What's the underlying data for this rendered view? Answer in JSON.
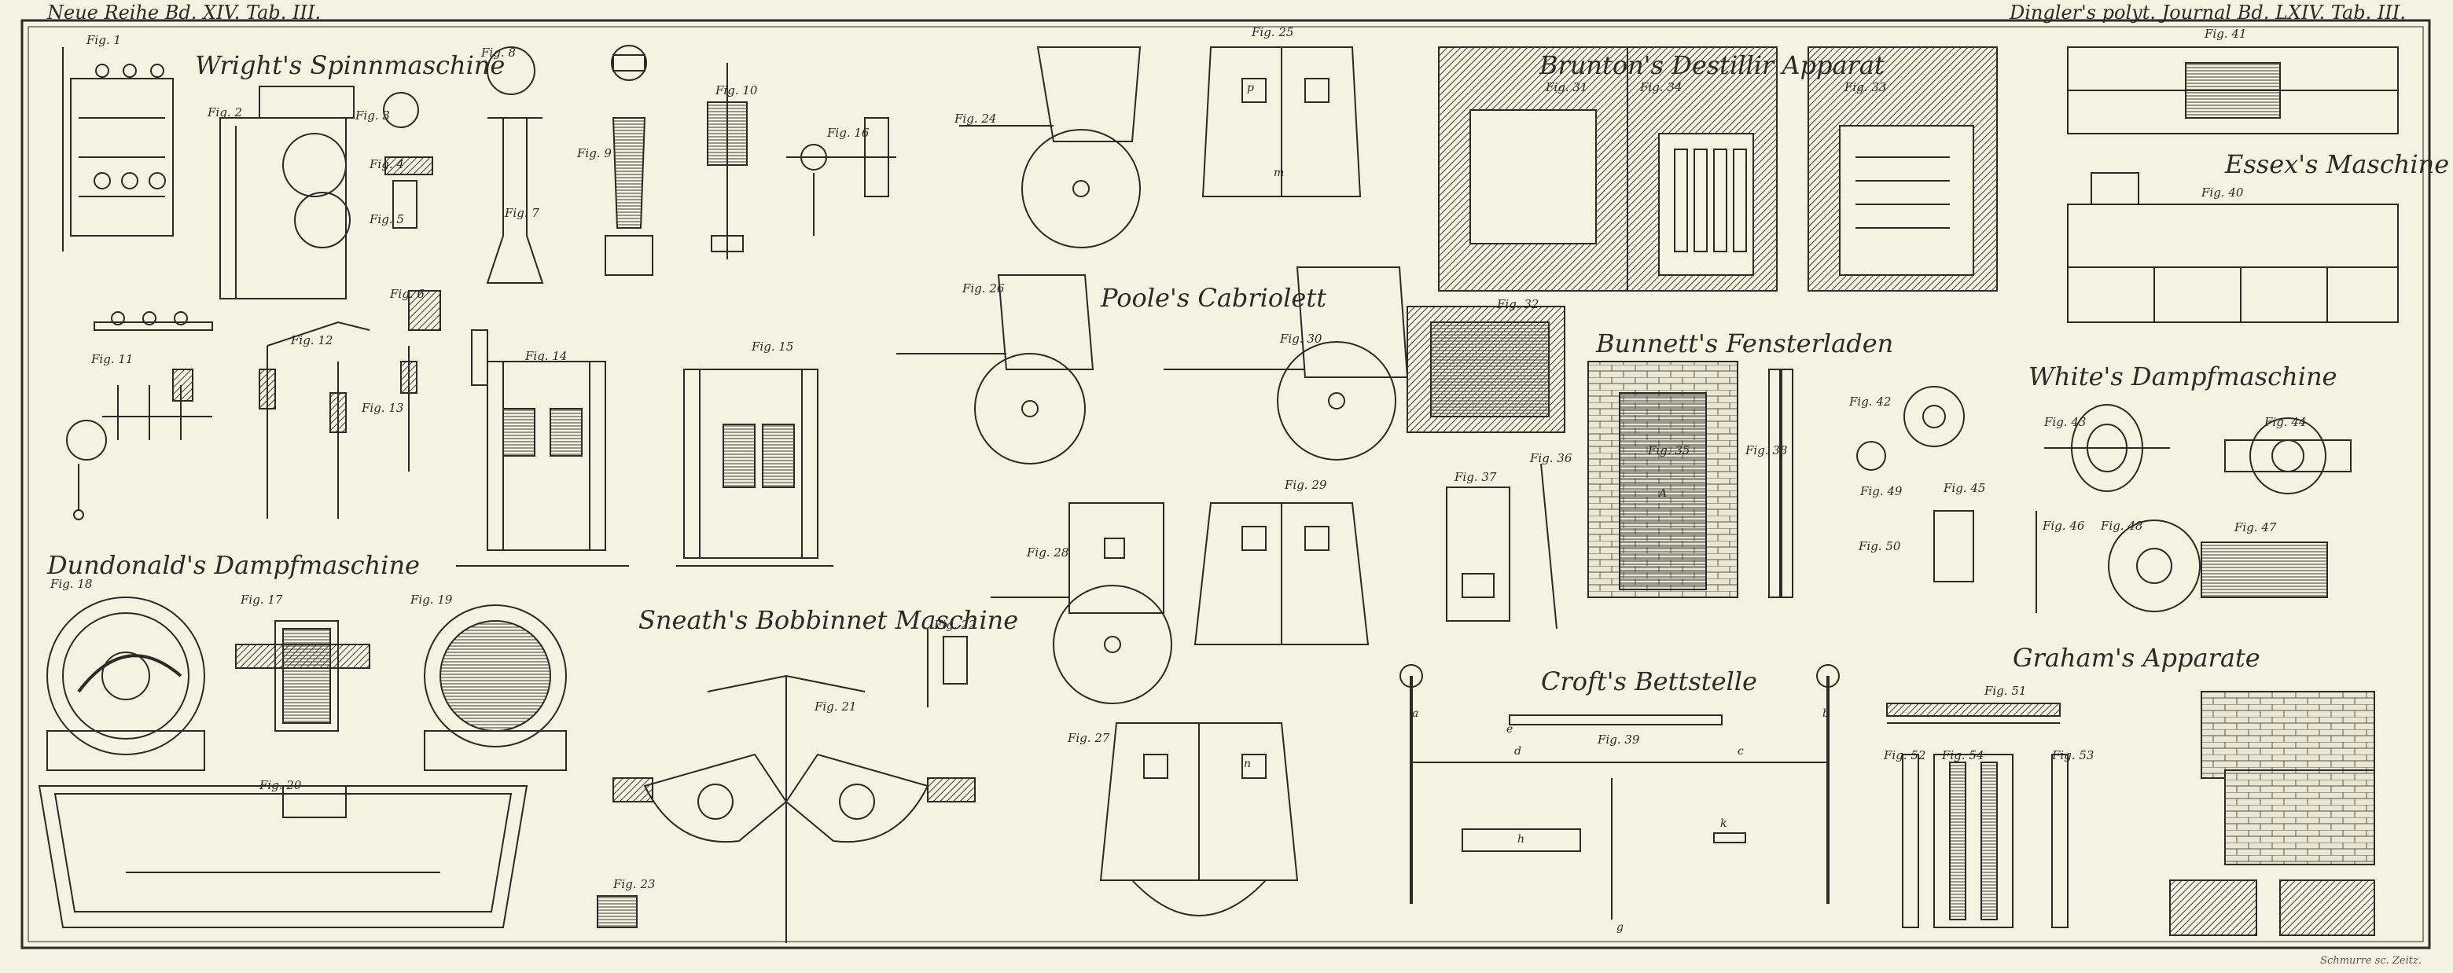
{
  "header": {
    "left": "Neue Reihe Bd. XIV. Tab. III.",
    "right": "Dingler's polyt. Journal Bd. LXIV. Tab. III."
  },
  "captions": {
    "wright": "Wright's Spinnmaschine",
    "dundonald": "Dundonald's Dampfmaschine",
    "sneath": "Sneath's Bobbinnet Maschine",
    "poole": "Poole's Cabriolett",
    "brunton": "Brunton's Destillir Apparat",
    "bunnett": "Bunnett's Fensterladen",
    "croft": "Croft's Bettstelle",
    "essex": "Essex's Maschine",
    "white": "White's Dampfmaschine",
    "graham": "Graham's Apparate"
  },
  "figures": {
    "f1": "Fig. 1",
    "f2": "Fig. 2",
    "f3": "Fig. 3",
    "f4": "Fig. 4",
    "f5": "Fig. 5",
    "f6": "Fig. 6",
    "f7": "Fig. 7",
    "f8": "Fig. 8",
    "f9": "Fig. 9",
    "f10": "Fig. 10",
    "f11": "Fig. 11",
    "f12": "Fig. 12",
    "f13": "Fig. 13",
    "f14": "Fig. 14",
    "f15": "Fig. 15",
    "f16": "Fig. 16",
    "f17": "Fig. 17",
    "f18": "Fig. 18",
    "f19": "Fig. 19",
    "f20": "Fig. 20",
    "f21": "Fig. 21",
    "f22": "Fig. 22",
    "f23": "Fig. 23",
    "f24": "Fig. 24",
    "f25": "Fig. 25",
    "f26": "Fig. 26",
    "f27": "Fig. 27",
    "f28": "Fig. 28",
    "f29": "Fig. 29",
    "f30": "Fig. 30",
    "f31": "Fig. 31",
    "f32": "Fig. 32",
    "f33": "Fig. 33",
    "f34": "Fig. 34",
    "f35": "Fig. 35",
    "f36": "Fig. 36",
    "f37": "Fig. 37",
    "f38": "Fig. 38",
    "f39": "Fig. 39",
    "f40": "Fig. 40",
    "f41": "Fig. 41",
    "f42": "Fig. 42",
    "f43": "Fig. 43",
    "f44": "Fig. 44",
    "f45": "Fig. 45",
    "f46": "Fig. 46",
    "f47": "Fig. 47",
    "f48": "Fig. 48",
    "f49": "Fig. 49",
    "f50": "Fig. 50",
    "f51": "Fig. 51",
    "f52": "Fig. 52",
    "f53": "Fig. 53",
    "f54": "Fig. 54"
  },
  "letters": {
    "A": "A",
    "a": "a",
    "b": "b",
    "c": "c",
    "d": "d",
    "e": "e",
    "h": "h",
    "k": "k",
    "m": "m",
    "n": "n",
    "p": "p",
    "g": "g"
  },
  "engraver": "Schmurre sc. Zeitz.",
  "colors": {
    "paper": "#f4f2e1",
    "ink": "#2a2a26",
    "hatch": "#3b3a33"
  }
}
